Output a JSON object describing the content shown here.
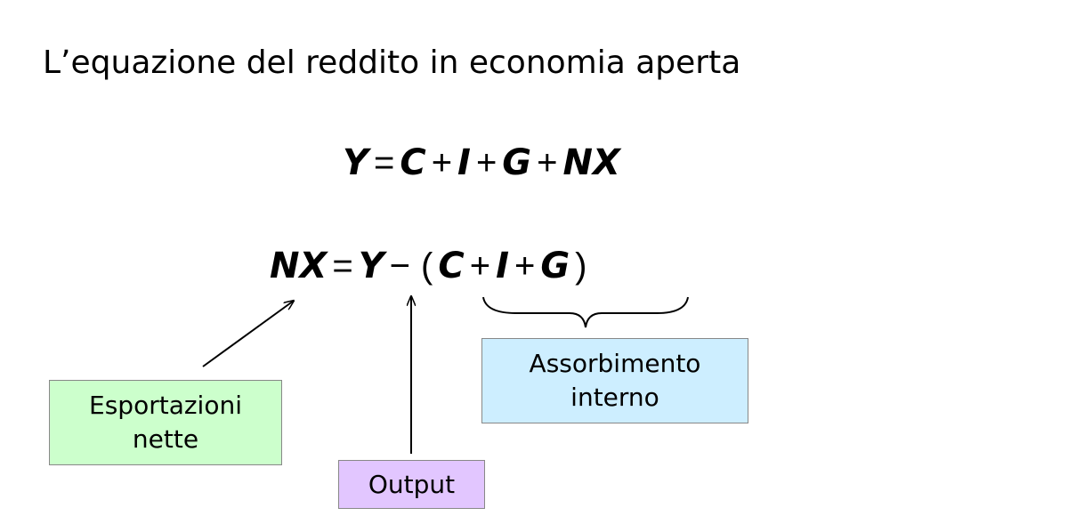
{
  "title": "L’equazione del reddito in economia aperta",
  "equation_1": [
    {
      "t": "Y",
      "k": "v"
    },
    {
      "t": "=",
      "k": "o"
    },
    {
      "t": "C",
      "k": "v"
    },
    {
      "t": "+",
      "k": "o"
    },
    {
      "t": "I",
      "k": "v"
    },
    {
      "t": "+",
      "k": "o"
    },
    {
      "t": "G",
      "k": "v"
    },
    {
      "t": "+",
      "k": "o"
    },
    {
      "t": "NX",
      "k": "v"
    }
  ],
  "equation_2": [
    {
      "t": "NX",
      "k": "v"
    },
    {
      "t": "=",
      "k": "o"
    },
    {
      "t": "Y",
      "k": "v"
    },
    {
      "t": "−",
      "k": "o"
    },
    {
      "t": "(",
      "k": "o"
    },
    {
      "t": "C",
      "k": "v"
    },
    {
      "t": "+",
      "k": "o"
    },
    {
      "t": "I",
      "k": "v"
    },
    {
      "t": "+",
      "k": "o"
    },
    {
      "t": "G",
      "k": "v"
    },
    {
      "t": ")",
      "k": "o"
    }
  ],
  "labels": {
    "net_exports_line1": "Esportazioni",
    "net_exports_line2": "nette",
    "absorption_line1": "Assorbimento",
    "absorption_line2": "interno",
    "output": "Output"
  },
  "colors": {
    "net_exports_box": "#ccffcc",
    "absorption_box": "#cdeeff",
    "output_box": "#e2c6ff"
  }
}
